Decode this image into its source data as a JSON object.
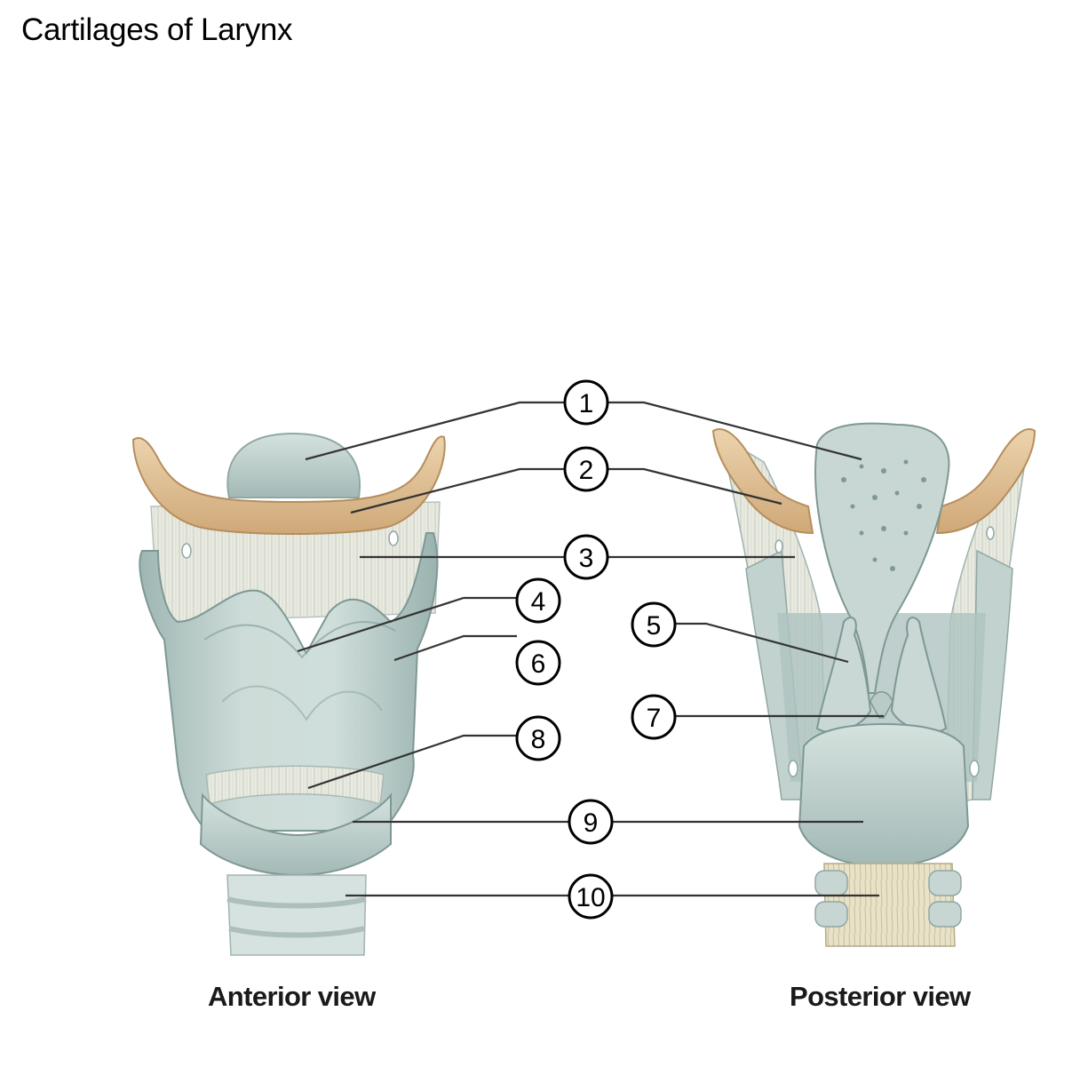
{
  "title": "Cartilages of Larynx",
  "views": {
    "anterior": "Anterior view",
    "posterior": "Posterior view"
  },
  "callouts": [
    "1",
    "2",
    "3",
    "4",
    "5",
    "6",
    "7",
    "8",
    "9",
    "10"
  ],
  "colors": {
    "cartilage": "#c3d3cf",
    "cartilage_shadow": "#8fa8a5",
    "bone": "#dcb98c",
    "ligament": "#e6e6da",
    "leader_line": "#333333"
  }
}
